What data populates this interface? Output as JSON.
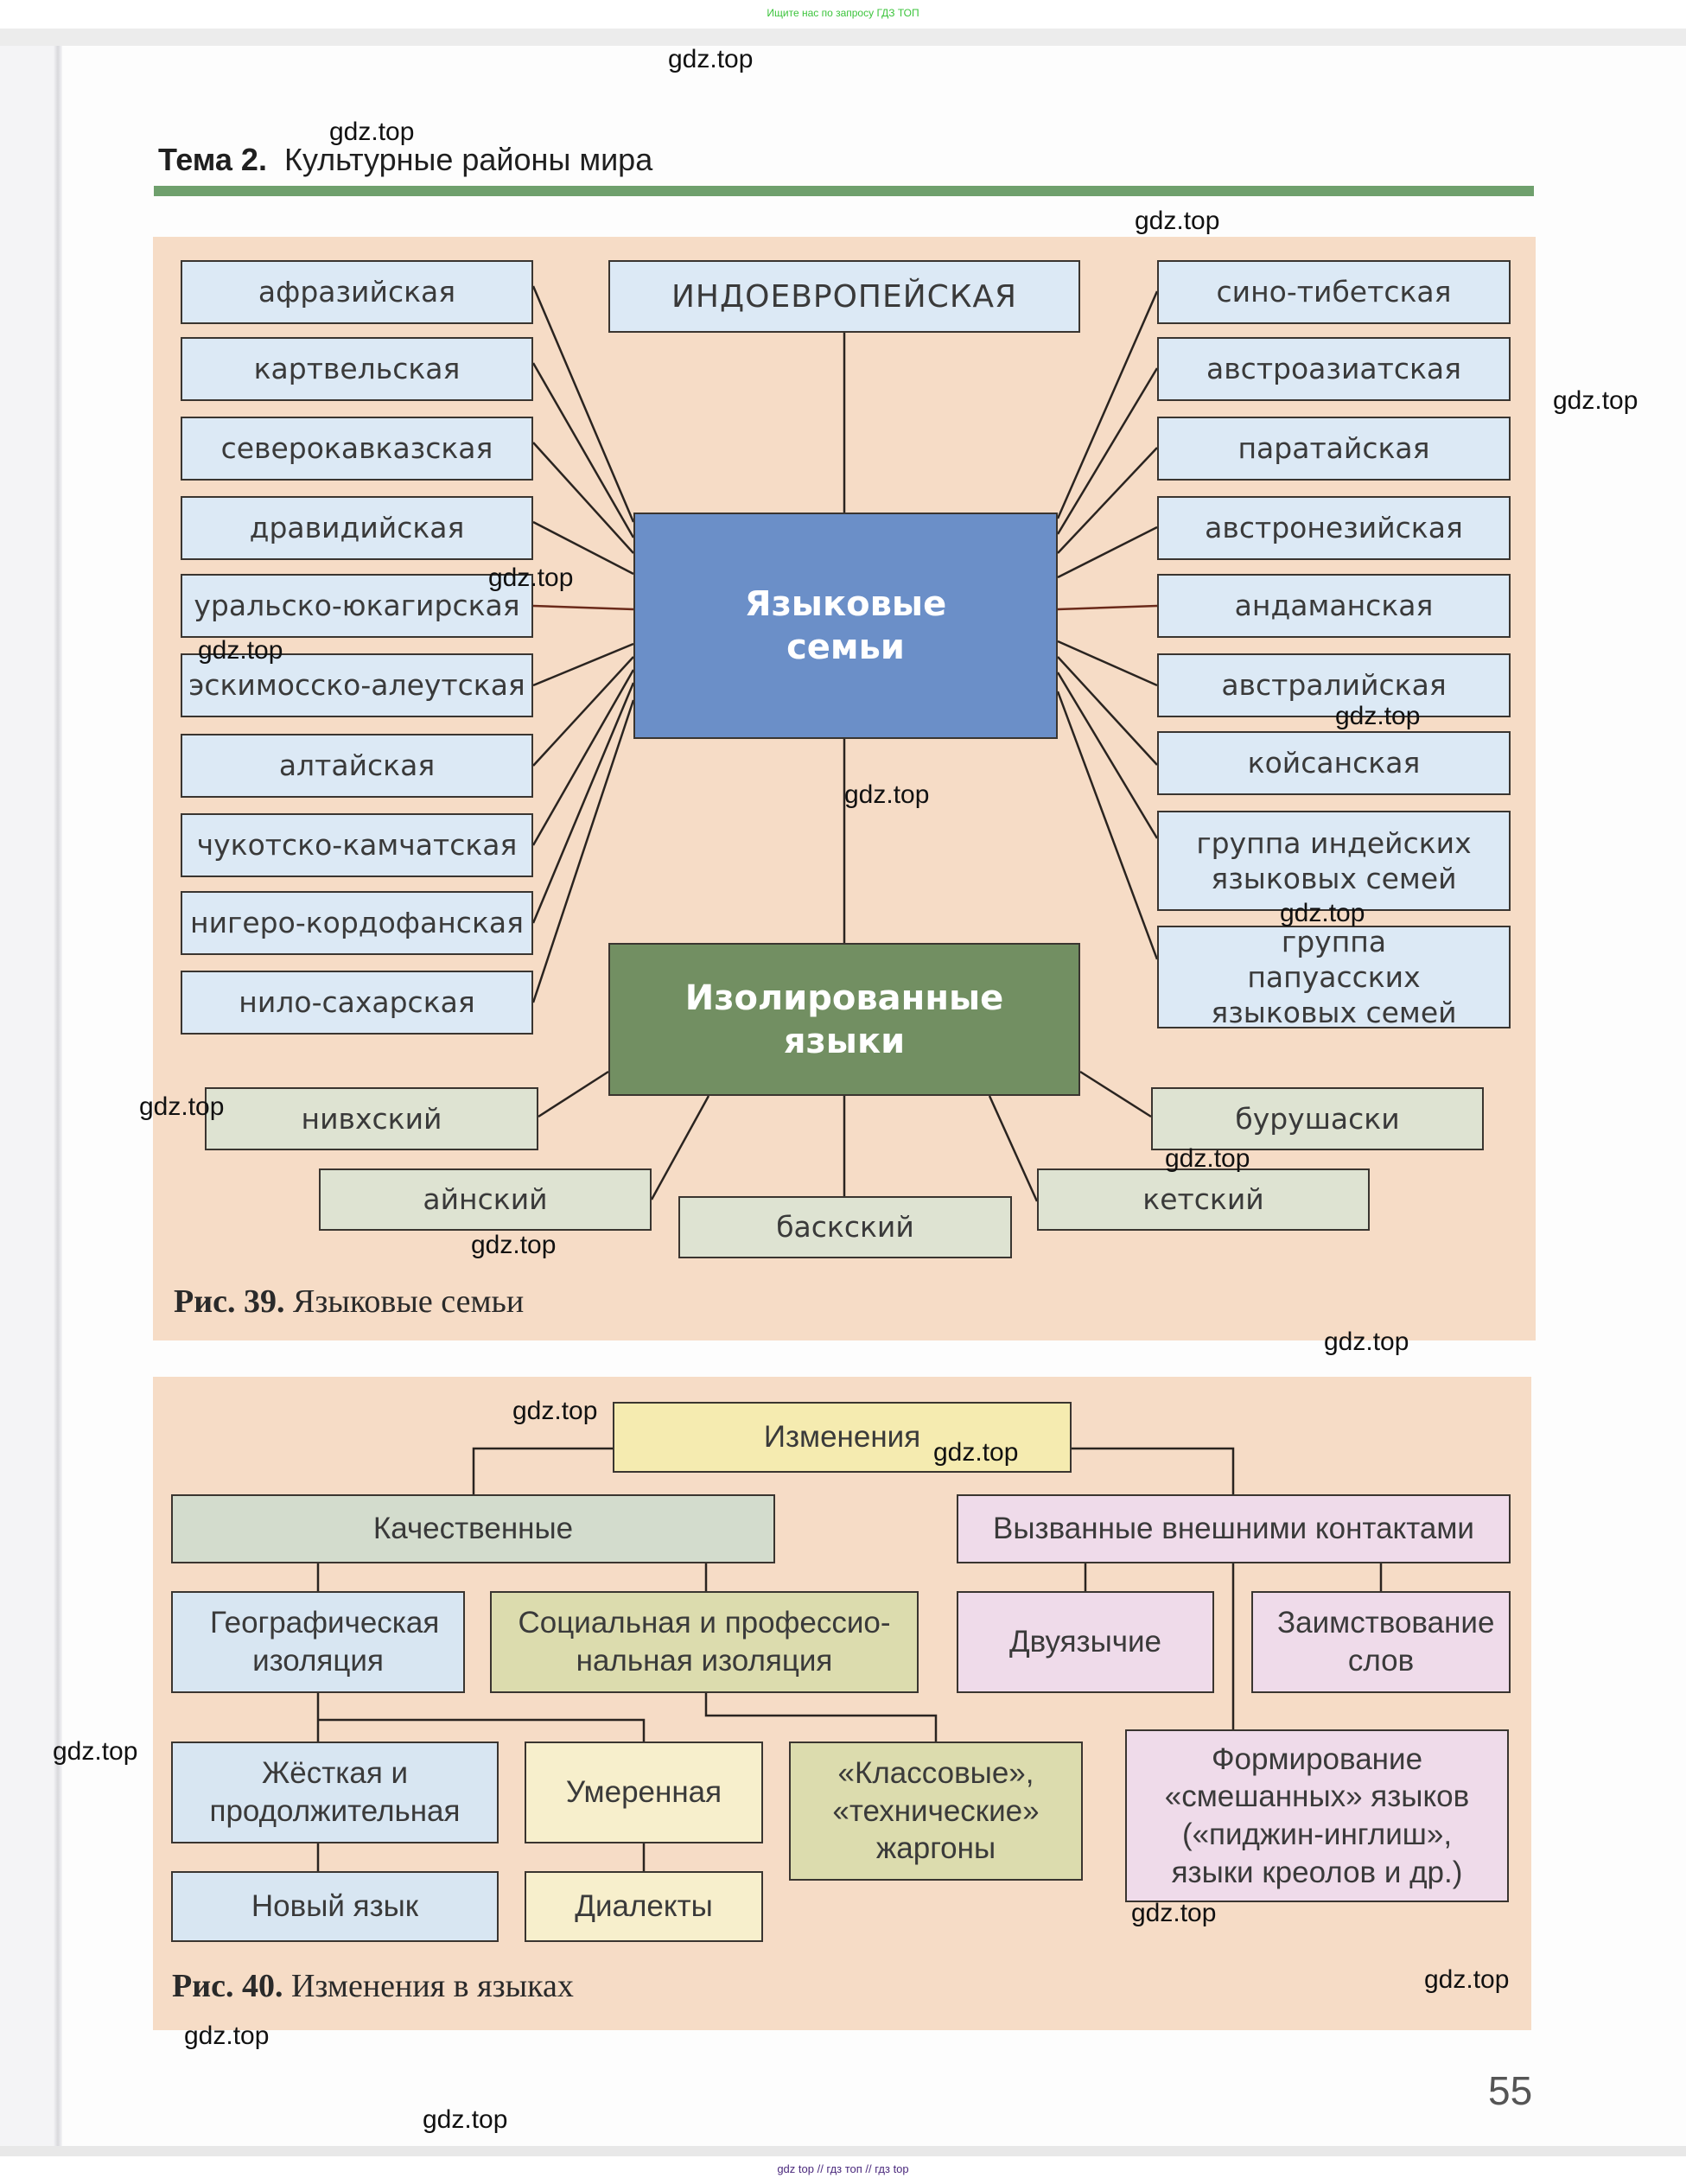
{
  "top_banner": "Ищите нас по запросу ГДЗ ТОП",
  "footer_banner": "gdz top  //  гдз топ  //  гдз top",
  "header": {
    "topic_label": "Тема 2.",
    "topic_title": "Культурные районы мира"
  },
  "figure39": {
    "caption_number": "Рис. 39.",
    "caption_text": "Языковые семьи",
    "center_label": "Языковые семьи",
    "top_family": "ИНДОЕВРОПЕЙСКАЯ",
    "left_families": [
      "афразийская",
      "картвельская",
      "северокавказская",
      "дравидийская",
      "уральско-юкагирская",
      "эскимосско-алеутская",
      "алтайская",
      "чукотско-камчатская",
      "нигеро-кордофанская",
      "нило-сахарская"
    ],
    "right_families": [
      "сино-тибетская",
      "австроазиатская",
      "паратайская",
      "австронезийская",
      "андаманская",
      "австралийская",
      "койсанская",
      "группа индейских языковых семей",
      "группа папуасских языковых семей"
    ],
    "isolated_label": "Изолированные языки",
    "isolated_languages": [
      "нивхский",
      "айнский",
      "баскский",
      "кетский",
      "бурушаски"
    ]
  },
  "figure40": {
    "caption_number": "Рис. 40.",
    "caption_text": "Изменения в языках",
    "root": "Изменения",
    "qualitative": "Качественные",
    "external": "Вызванные внешними контактами",
    "geographic": "Географическая изоляция",
    "social": "Социальная и профессио-нальная изоляция",
    "bilingualism": "Двуязычие",
    "borrowing": "Заимствование слов",
    "strict": "Жёсткая и продолжительная",
    "moderate": "Умеренная",
    "jargons": "«Классовые», «технические» жаргоны",
    "mixed": "Формирование «смешанных» языков («пиджин-инглиш», языки креолов и др.)",
    "new_language": "Новый язык",
    "dialects": "Диалекты"
  },
  "page_number": "55",
  "watermarks": [
    "gdz.top"
  ],
  "colors": {
    "panel_bg": "#f6dcc6",
    "center_blue": "#6b8fc8",
    "isolated_green": "#728f62",
    "header_bar": "#6fa06d",
    "banner_green": "#3cc43c",
    "footer_purple": "#4b2a7d"
  }
}
